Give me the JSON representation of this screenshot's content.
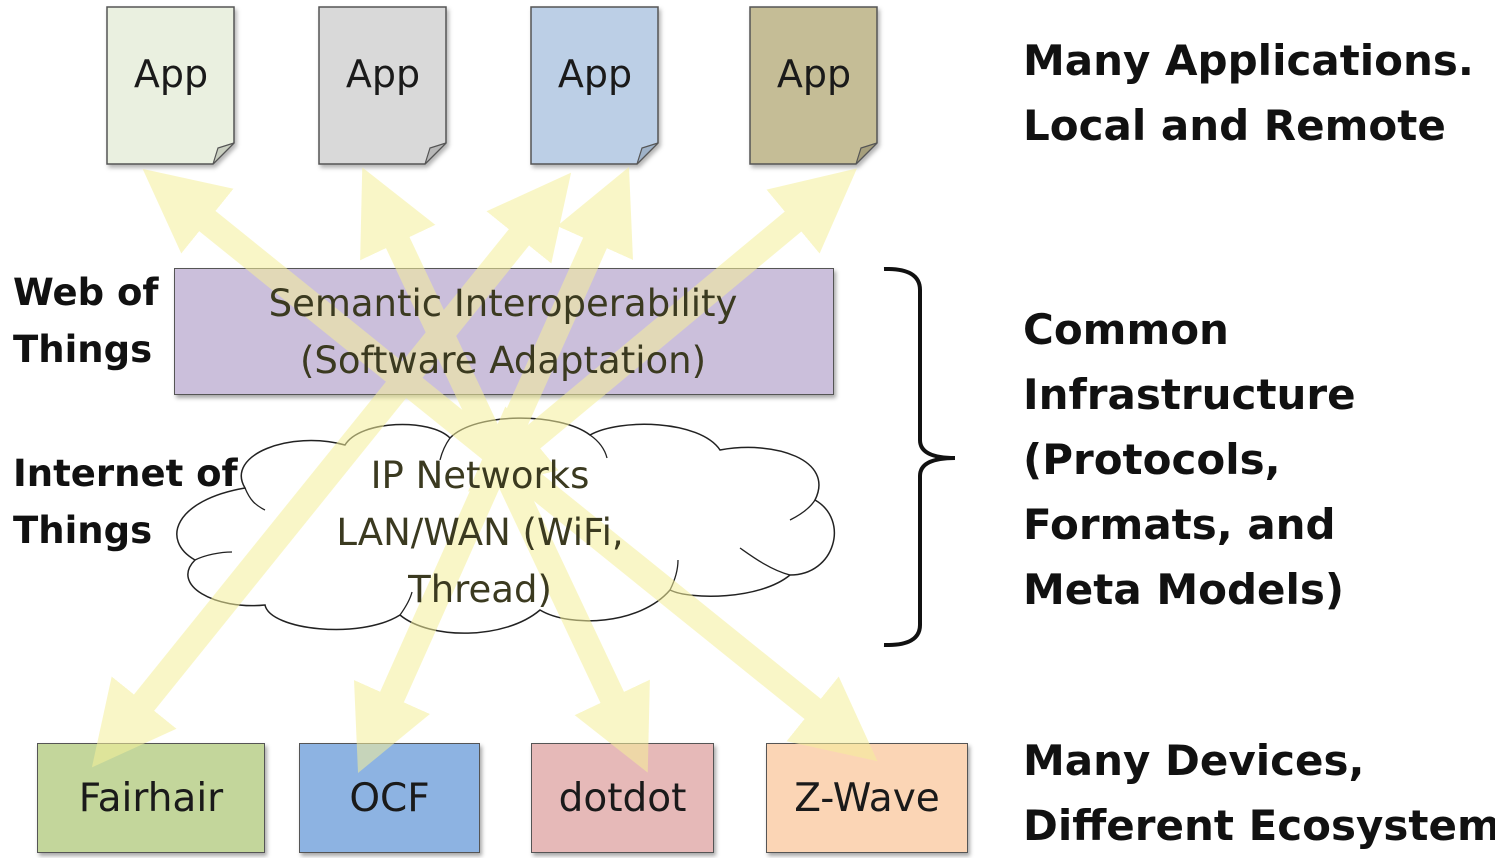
{
  "apps": [
    {
      "label": "App",
      "color": "#eaf0e0"
    },
    {
      "label": "App",
      "color": "#d9d9d9"
    },
    {
      "label": "App",
      "color": "#bccfe6"
    },
    {
      "label": "App",
      "color": "#c5bd96"
    }
  ],
  "layers": {
    "semantic_line1": "Semantic Interoperability",
    "semantic_line2": "(Software Adaptation)",
    "network_line1": "IP Networks",
    "network_line2": "LAN/WAN (WiFi,",
    "network_line3": "Thread)"
  },
  "left_labels": {
    "wot_line1": "Web of",
    "wot_line2": "Things",
    "iot_line1": "Internet of",
    "iot_line2": "Things"
  },
  "right_labels": {
    "apps_line1": "Many Applications.",
    "apps_line2": "Local and Remote",
    "infra_line1": "Common",
    "infra_line2": "Infrastructure",
    "infra_line3": "(Protocols,",
    "infra_line4": "Formats, and",
    "infra_line5": "Meta Models)",
    "devices_line1": "Many Devices,",
    "devices_line2": "Different Ecosystems"
  },
  "devices": [
    {
      "label": "Fairhair",
      "color": "#c3d69b"
    },
    {
      "label": "OCF",
      "color": "#8db3e2"
    },
    {
      "label": "dotdot",
      "color": "#e6b9b8"
    },
    {
      "label": "Z-Wave",
      "color": "#fbd5b5"
    }
  ],
  "arrow_color": "#f7f3a0"
}
